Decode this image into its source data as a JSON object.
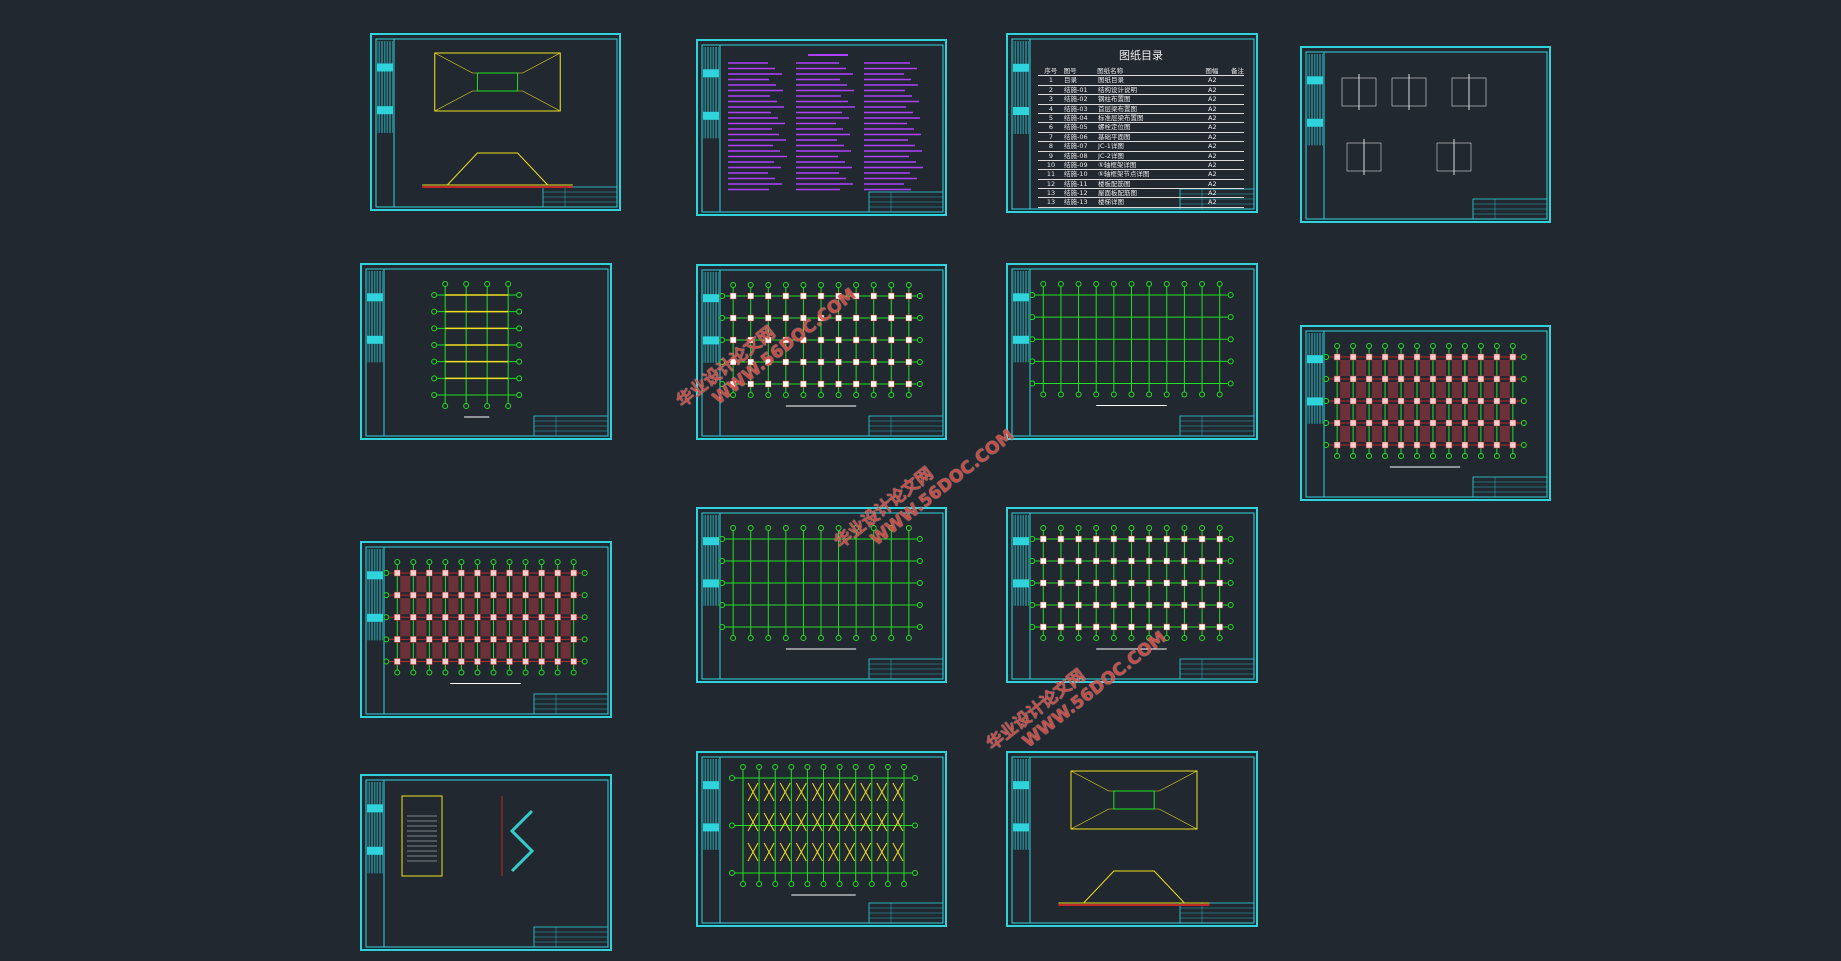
{
  "toc": {
    "title": "图纸目录",
    "headers": [
      "序号",
      "图号",
      "图纸名称",
      "图幅",
      "备注"
    ],
    "rows": [
      [
        "1",
        "目录",
        "图纸目录",
        "A2",
        ""
      ],
      [
        "2",
        "结施-01",
        "结构设计说明",
        "A2",
        ""
      ],
      [
        "3",
        "结施-02",
        "钢柱布置图",
        "A2",
        ""
      ],
      [
        "4",
        "结施-03",
        "首层梁布置图",
        "A2",
        ""
      ],
      [
        "5",
        "结施-04",
        "标准层梁布置图",
        "A2",
        ""
      ],
      [
        "6",
        "结施-05",
        "螺栓定位图",
        "A2",
        ""
      ],
      [
        "7",
        "结施-06",
        "基础平面图",
        "A2",
        ""
      ],
      [
        "8",
        "结施-07",
        "JC-1详图",
        "A2",
        ""
      ],
      [
        "9",
        "结施-08",
        "JC-2详图",
        "A2",
        ""
      ],
      [
        "10",
        "结施-09",
        "⑤轴框架详图",
        "A2",
        ""
      ],
      [
        "11",
        "结施-10",
        "⑤轴框架节点详图",
        "A2",
        ""
      ],
      [
        "12",
        "结施-11",
        "楼板配筋图",
        "A2",
        ""
      ],
      [
        "13",
        "结施-12",
        "屋面板配筋图",
        "A2",
        ""
      ],
      [
        "13",
        "结施-13",
        "楼梯详图",
        "A2",
        ""
      ]
    ]
  },
  "watermarks": [
    {
      "cn": "华业设计论文网",
      "url": "WWW.56DOC.COM"
    },
    {
      "cn": "华业设计论文网",
      "url": "WWW.56DOC.COM"
    },
    {
      "cn": "华业设计论文网",
      "url": "WWW.56DOC.COM"
    }
  ],
  "colors": {
    "frame": "#2fd3dc",
    "grid": "#22e022",
    "beam": "#c0282a",
    "accent": "#f0e020",
    "text": "#b040ff",
    "bg": "#212830"
  }
}
